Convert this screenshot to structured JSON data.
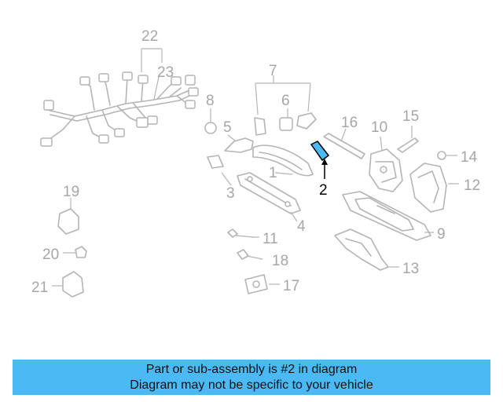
{
  "diagram": {
    "highlighted_part": "2",
    "colors": {
      "part_gray": "#b4b4b4",
      "label_gray": "#a6a6a6",
      "highlight_fill": "#4ab9f4",
      "highlight_text": "#000000"
    },
    "parts": [
      {
        "id": "p1",
        "label": "1"
      },
      {
        "id": "p2",
        "label": "2"
      },
      {
        "id": "p3",
        "label": "3"
      },
      {
        "id": "p4",
        "label": "4"
      },
      {
        "id": "p5",
        "label": "5"
      },
      {
        "id": "p6",
        "label": "6"
      },
      {
        "id": "p7",
        "label": "7"
      },
      {
        "id": "p8",
        "label": "8"
      },
      {
        "id": "p9",
        "label": "9"
      },
      {
        "id": "p10",
        "label": "10"
      },
      {
        "id": "p11",
        "label": "11"
      },
      {
        "id": "p12",
        "label": "12"
      },
      {
        "id": "p13",
        "label": "13"
      },
      {
        "id": "p14",
        "label": "14"
      },
      {
        "id": "p15",
        "label": "15"
      },
      {
        "id": "p16",
        "label": "16"
      },
      {
        "id": "p17",
        "label": "17"
      },
      {
        "id": "p18",
        "label": "18"
      },
      {
        "id": "p19",
        "label": "19"
      },
      {
        "id": "p20",
        "label": "20"
      },
      {
        "id": "p21",
        "label": "21"
      },
      {
        "id": "p22",
        "label": "22"
      },
      {
        "id": "p23",
        "label": "23"
      }
    ]
  },
  "banner": {
    "line1": "Part or sub-assembly is #2 in diagram",
    "line2": "Diagram may not be specific to your vehicle",
    "background": "#4ab9f4"
  }
}
